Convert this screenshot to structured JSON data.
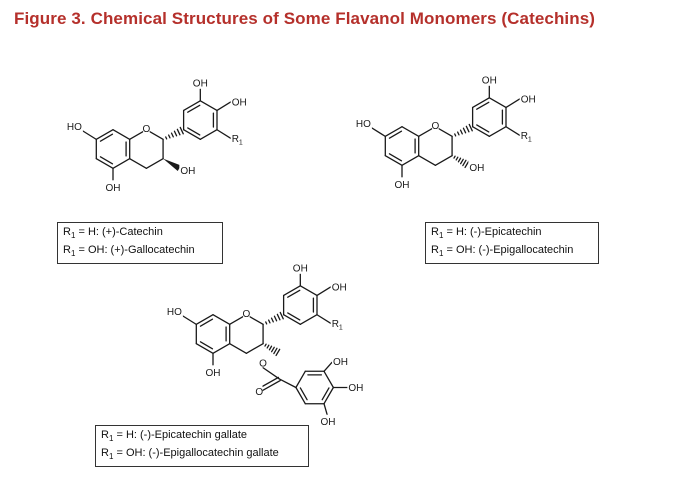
{
  "figure": {
    "title": "Figure 3. Chemical Structures of Some Flavanol Monomers (Catechins)",
    "title_color": "#b5302b"
  },
  "labels": {
    "oh": "OH",
    "ho": "HO",
    "r": "R",
    "r_sub": "1",
    "o": "O"
  },
  "legends": {
    "catechin": {
      "line1": {
        "prefix": "R",
        "sub": "1",
        "text": " = H:  (+)-Catechin"
      },
      "line2": {
        "prefix": "R",
        "sub": "1",
        "text": " = OH: (+)-Gallocatechin"
      }
    },
    "epicatechin": {
      "line1": {
        "prefix": "R",
        "sub": "1",
        "text": " = H:  (-)-Epicatechin"
      },
      "line2": {
        "prefix": "R",
        "sub": "1",
        "text": " = OH: (-)-Epigallocatechin"
      }
    },
    "gallate": {
      "line1": {
        "prefix": "R",
        "sub": "1",
        "text": " = H:  (-)-Epicatechin gallate"
      },
      "line2": {
        "prefix": "R",
        "sub": "1",
        "text": " = OH: (-)-Epigallocatechin gallate"
      }
    }
  }
}
